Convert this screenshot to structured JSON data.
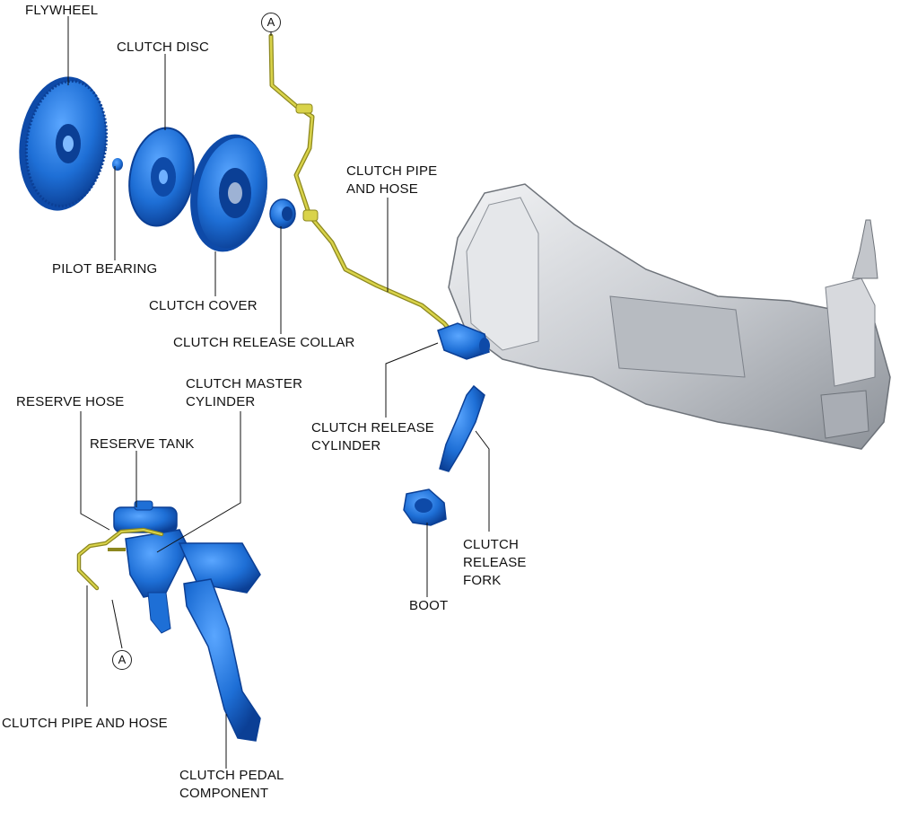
{
  "labels": {
    "flywheel": "FLYWHEEL",
    "clutch_disc": "CLUTCH DISC",
    "pilot_bearing": "PILOT BEARING",
    "clutch_cover": "CLUTCH COVER",
    "clutch_release_collar": "CLUTCH RELEASE COLLAR",
    "clutch_pipe_and_hose_top_1": "CLUTCH PIPE",
    "clutch_pipe_and_hose_top_2": "AND HOSE",
    "clutch_release_cylinder_1": "CLUTCH RELEASE",
    "clutch_release_cylinder_2": "CYLINDER",
    "reserve_hose": "RESERVE HOSE",
    "reserve_tank": "RESERVE TANK",
    "clutch_master_cylinder_1": "CLUTCH MASTER",
    "clutch_master_cylinder_2": "CYLINDER",
    "clutch_release_fork_1": "CLUTCH",
    "clutch_release_fork_2": "RELEASE",
    "clutch_release_fork_3": "FORK",
    "boot": "BOOT",
    "clutch_pipe_and_hose_bottom": "CLUTCH PIPE AND HOSE",
    "clutch_pedal_component_1": "CLUTCH PEDAL",
    "clutch_pedal_component_2": "COMPONENT"
  },
  "markers": {
    "top": "A",
    "bottom": "A"
  },
  "colors": {
    "part_blue": "#1e6fd6",
    "part_blue_dark": "#0e4aa8",
    "hose_yellow": "#c8c23a",
    "transmission_gray": "#c9ccd1",
    "leader": "#111111"
  }
}
